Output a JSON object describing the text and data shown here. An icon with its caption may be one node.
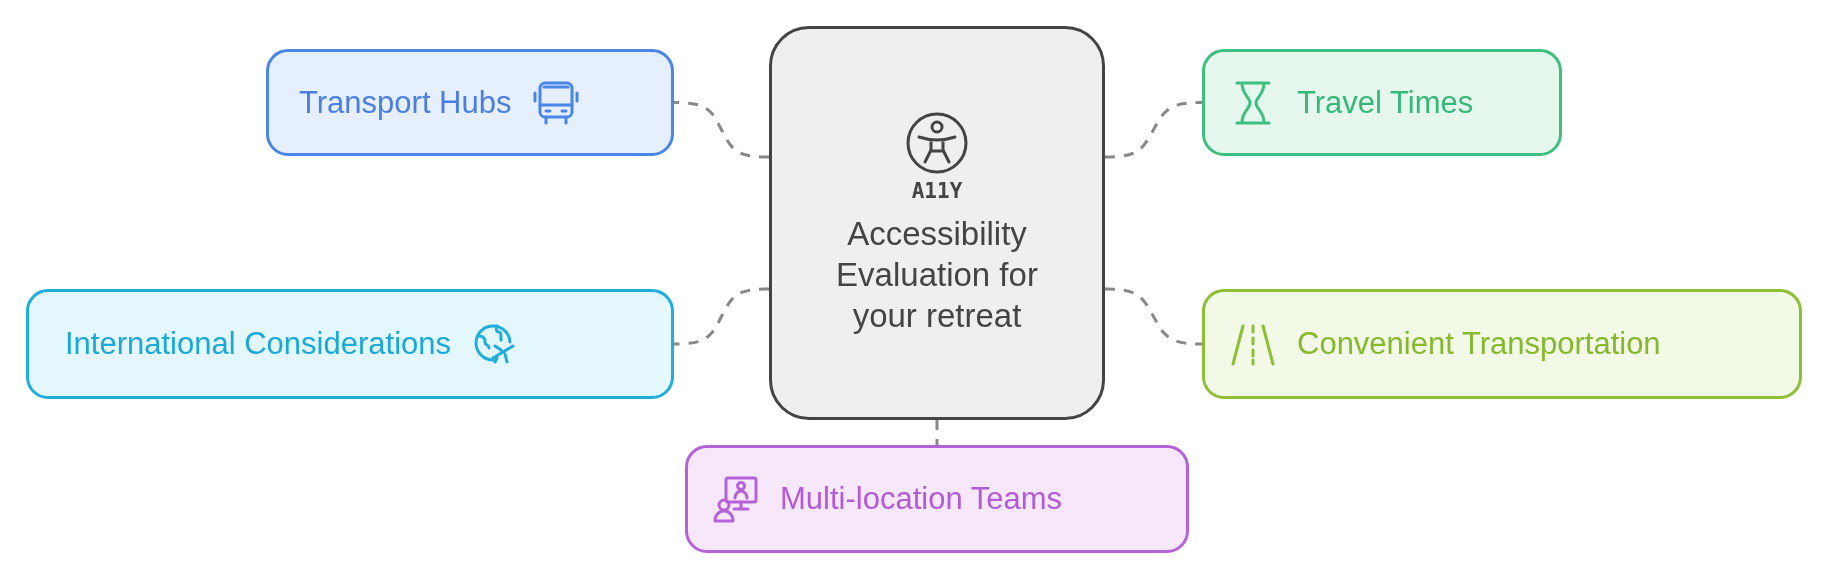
{
  "diagram": {
    "nodes": [
      {
        "text": [
          "A11Y",
          "Accessibility Evaluation for your retreat"
        ]
      },
      {
        "text": [
          "Transport Hubs"
        ]
      },
      {
        "text": [
          "Travel Times"
        ]
      },
      {
        "text": [
          "International Considerations"
        ]
      },
      {
        "text": [
          "Convenient Transportation"
        ]
      },
      {
        "text": [
          "Multi-location Teams"
        ]
      }
    ],
    "edges": [
      {
        "from": 0,
        "to": 1,
        "arrow": "none",
        "style": "dashed"
      },
      {
        "from": 0,
        "to": 2,
        "arrow": "none",
        "style": "dashed"
      },
      {
        "from": 0,
        "to": 3,
        "arrow": "none",
        "style": "dashed"
      },
      {
        "from": 0,
        "to": 4,
        "arrow": "none",
        "style": "dashed"
      },
      {
        "from": 0,
        "to": 5,
        "arrow": "none",
        "style": "dashed"
      }
    ]
  }
}
